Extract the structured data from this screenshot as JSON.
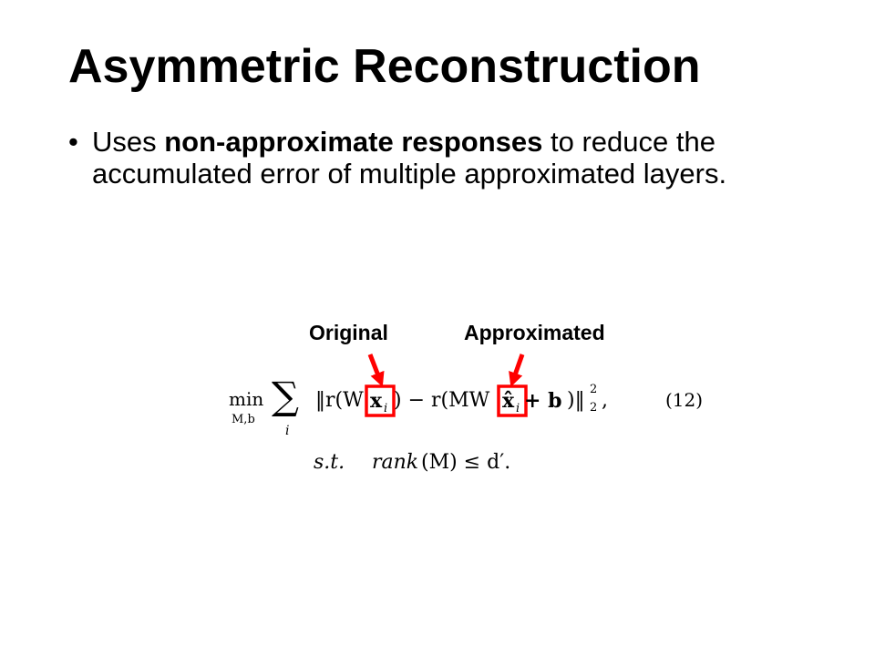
{
  "slide": {
    "title": "Asymmetric Reconstruction",
    "bullet": {
      "marker": "•",
      "text_before": "Uses ",
      "text_bold": "non-approximate responses",
      "text_after": " to reduce the accumulated error of multiple approximated layers."
    }
  },
  "annotations": {
    "original_label": "Original",
    "approximated_label": "Approximated",
    "arrow_color": "#ff0000",
    "box_color": "#ff0000"
  },
  "equation": {
    "min_op": "min",
    "min_subscript": "M,b",
    "sum_symbol": "∑",
    "sum_index": "i",
    "norm_left": "‖r(W",
    "x_var": "x",
    "x_sub": "i",
    "middle": ") − r(MW",
    "x_hat_var": "x̂",
    "x_hat_sub": "i",
    "plus_b": " + b",
    "norm_right": ")‖",
    "norm_sup": "2",
    "norm_sub": "2",
    "trailing_comma": ",",
    "equation_number": "(12)",
    "constraint_st": "s.t.",
    "constraint_rank": "rank",
    "constraint_arg": "(M) ≤ d′."
  }
}
